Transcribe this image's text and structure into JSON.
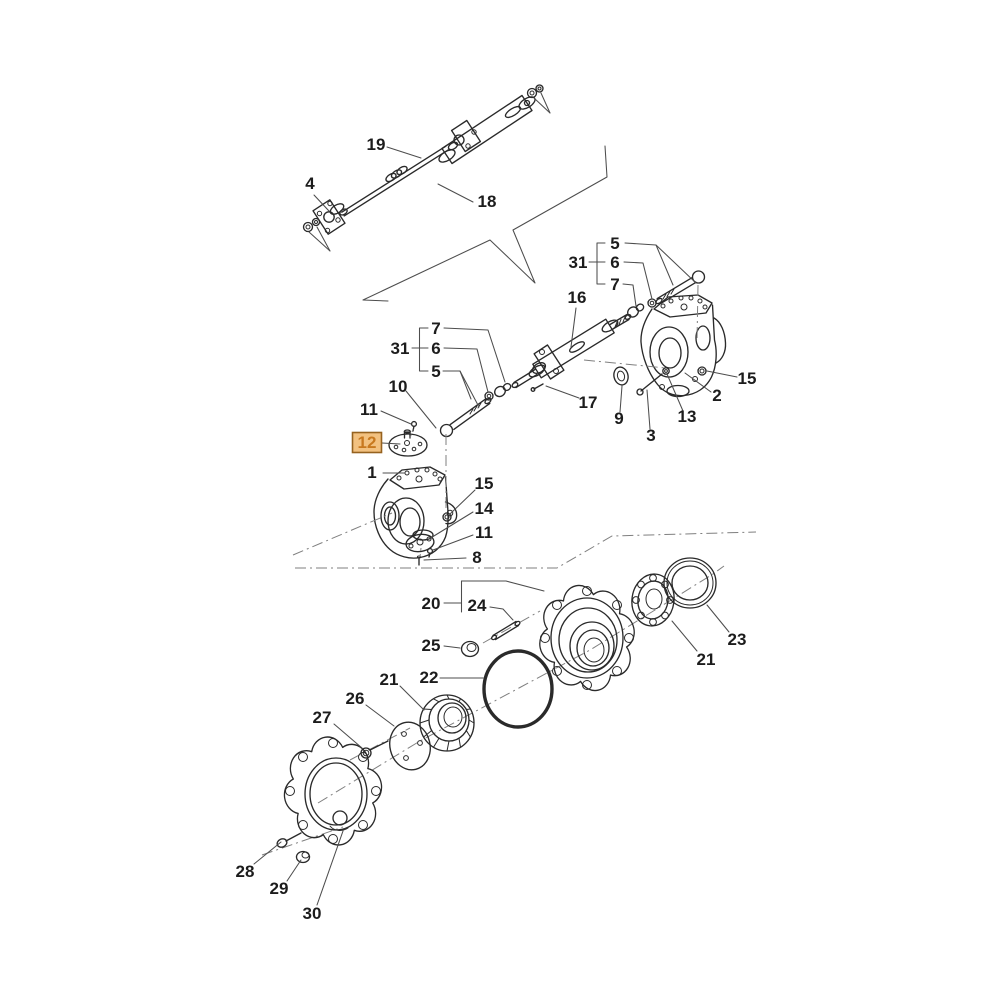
{
  "figure": {
    "kind": "exploded-parts-diagram",
    "subject": "front axle steering knuckle and wheel hub assembly",
    "background_color": "#ffffff",
    "line_color": "#2a2a2a",
    "leader_line_color": "#4d4d4d",
    "centerline_color": "#7f7f7f"
  },
  "highlight": {
    "selected_callout": "12",
    "bg": "#f2c180",
    "border": "#96621f",
    "text_color": "#c8791f"
  },
  "callouts": [
    {
      "text": "19"
    },
    {
      "text": "4"
    },
    {
      "text": "18"
    },
    {
      "text": "5"
    },
    {
      "text": "6"
    },
    {
      "text": "7"
    },
    {
      "text": "31"
    },
    {
      "text": "16"
    },
    {
      "text": "17"
    },
    {
      "text": "7"
    },
    {
      "text": "6"
    },
    {
      "text": "5"
    },
    {
      "text": "31"
    },
    {
      "text": "10"
    },
    {
      "text": "11"
    },
    {
      "text": "12"
    },
    {
      "text": "1"
    },
    {
      "text": "9"
    },
    {
      "text": "3"
    },
    {
      "text": "13"
    },
    {
      "text": "2"
    },
    {
      "text": "15"
    },
    {
      "text": "15"
    },
    {
      "text": "14"
    },
    {
      "text": "11"
    },
    {
      "text": "8"
    },
    {
      "text": "20"
    },
    {
      "text": "24"
    },
    {
      "text": "25"
    },
    {
      "text": "22"
    },
    {
      "text": "21"
    },
    {
      "text": "26"
    },
    {
      "text": "27"
    },
    {
      "text": "28"
    },
    {
      "text": "29"
    },
    {
      "text": "30"
    },
    {
      "text": "21"
    },
    {
      "text": "23"
    }
  ]
}
